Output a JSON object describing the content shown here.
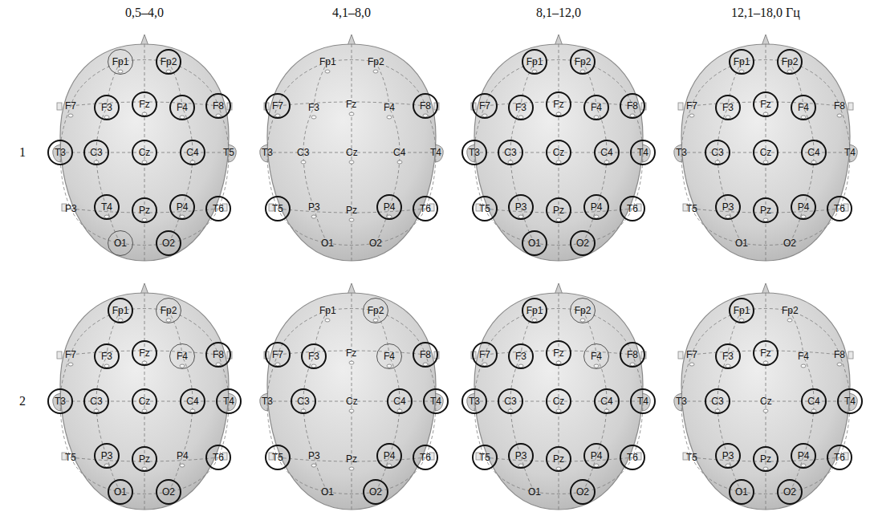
{
  "diagram": {
    "nodes": [
      {
        "text": [
          "Fp1"
        ]
      },
      {
        "text": [
          "Fp2"
        ]
      },
      {
        "text": [
          "F3"
        ]
      },
      {
        "text": [
          "Fz"
        ]
      },
      {
        "text": [
          "F4"
        ]
      },
      {
        "text": [
          "F8"
        ]
      },
      {
        "text": [
          "T3"
        ]
      },
      {
        "text": [
          "C3"
        ]
      },
      {
        "text": [
          "Cz"
        ]
      },
      {
        "text": [
          "C4"
        ]
      },
      {
        "text": [
          "T4"
        ]
      },
      {
        "text": [
          "Pz"
        ]
      },
      {
        "text": [
          "P4"
        ]
      },
      {
        "text": [
          "T6"
        ]
      },
      {
        "text": [
          "O1"
        ]
      },
      {
        "text": [
          "O2"
        ]
      },
      {
        "text": [
          "F7"
        ]
      },
      {
        "text": [
          "F8"
        ]
      },
      {
        "text": [
          "T5"
        ]
      },
      {
        "text": [
          "P4"
        ]
      },
      {
        "text": [
          "T6"
        ]
      },
      {
        "text": [
          "Fp1"
        ]
      },
      {
        "text": [
          "Fp2"
        ]
      },
      {
        "text": [
          "F7"
        ]
      },
      {
        "text": [
          "F3"
        ]
      },
      {
        "text": [
          "Fz"
        ]
      },
      {
        "text": [
          "F4"
        ]
      },
      {
        "text": [
          "F8"
        ]
      },
      {
        "text": [
          "T3"
        ]
      },
      {
        "text": [
          "C3"
        ]
      },
      {
        "text": [
          "Cz"
        ]
      },
      {
        "text": [
          "C4"
        ]
      },
      {
        "text": [
          "T4"
        ]
      },
      {
        "text": [
          "T5"
        ]
      },
      {
        "text": [
          "P3"
        ]
      },
      {
        "text": [
          "Pz"
        ]
      },
      {
        "text": [
          "P4"
        ]
      },
      {
        "text": [
          "T6"
        ]
      },
      {
        "text": [
          "O1"
        ]
      },
      {
        "text": [
          "O2"
        ]
      },
      {
        "text": [
          "Fp1"
        ]
      },
      {
        "text": [
          "Fp2"
        ]
      },
      {
        "text": [
          "F3"
        ]
      },
      {
        "text": [
          "Fz"
        ]
      },
      {
        "text": [
          "F4"
        ]
      },
      {
        "text": [
          "C3"
        ]
      },
      {
        "text": [
          "Cz"
        ]
      },
      {
        "text": [
          "C4"
        ]
      },
      {
        "text": [
          "P3"
        ]
      },
      {
        "text": [
          "Pz"
        ]
      },
      {
        "text": [
          "P4"
        ]
      },
      {
        "text": [
          "T6"
        ]
      },
      {
        "text": [
          "Fp1"
        ]
      },
      {
        "text": [
          "Fp2"
        ]
      },
      {
        "text": [
          "F3"
        ]
      },
      {
        "text": [
          "Fz"
        ]
      },
      {
        "text": [
          "F4"
        ]
      },
      {
        "text": [
          "F8"
        ]
      },
      {
        "text": [
          "T3"
        ]
      },
      {
        "text": [
          "C3"
        ]
      },
      {
        "text": [
          "Cz"
        ]
      },
      {
        "text": [
          "C4"
        ]
      },
      {
        "text": [
          "T4"
        ]
      },
      {
        "text": [
          "P3"
        ]
      },
      {
        "text": [
          "Pz"
        ]
      },
      {
        "text": [
          "T6"
        ]
      },
      {
        "text": [
          "O1"
        ]
      },
      {
        "text": [
          "O2"
        ]
      },
      {
        "text": [
          "Fp2"
        ]
      },
      {
        "text": [
          "F7"
        ]
      },
      {
        "text": [
          "F3"
        ]
      },
      {
        "text": [
          "F4"
        ]
      },
      {
        "text": [
          "F8"
        ]
      },
      {
        "text": [
          "C3"
        ]
      },
      {
        "text": [
          "C4"
        ]
      },
      {
        "text": [
          "T4"
        ]
      },
      {
        "text": [
          "T5"
        ]
      },
      {
        "text": [
          "P4"
        ]
      },
      {
        "text": [
          "T6"
        ]
      },
      {
        "text": [
          "O2"
        ]
      },
      {
        "text": [
          "Fp1"
        ]
      },
      {
        "text": [
          "Fp2"
        ]
      },
      {
        "text": [
          "F7"
        ]
      },
      {
        "text": [
          "F3"
        ]
      },
      {
        "text": [
          "Fz"
        ]
      },
      {
        "text": [
          "F4"
        ]
      },
      {
        "text": [
          "F8"
        ]
      },
      {
        "text": [
          "T3"
        ]
      },
      {
        "text": [
          "C3"
        ]
      },
      {
        "text": [
          "Cz"
        ]
      },
      {
        "text": [
          "C4"
        ]
      },
      {
        "text": [
          "T4"
        ]
      },
      {
        "text": [
          "T5"
        ]
      },
      {
        "text": [
          "P3"
        ]
      },
      {
        "text": [
          "Pz"
        ]
      },
      {
        "text": [
          "P4"
        ]
      },
      {
        "text": [
          "T6"
        ]
      },
      {
        "text": [
          "O2"
        ]
      },
      {
        "text": [
          "Fp1"
        ]
      },
      {
        "text": [
          "F3"
        ]
      },
      {
        "text": [
          "Fz"
        ]
      },
      {
        "text": [
          "C3"
        ]
      },
      {
        "text": [
          "C4"
        ]
      },
      {
        "text": [
          "T4"
        ]
      },
      {
        "text": [
          "P3"
        ]
      },
      {
        "text": [
          "Pz"
        ]
      },
      {
        "text": [
          "P4"
        ]
      },
      {
        "text": [
          "T6"
        ]
      },
      {
        "text": [
          "O1"
        ]
      },
      {
        "text": [
          "O2"
        ]
      }
    ],
    "labels": [
      "0,5–4,0",
      "4,1–8,0",
      "8,1–12,0",
      "12,1–18,0 Гц",
      "1",
      "2",
      "F7",
      "T5",
      "P3",
      "Fp1",
      "Fp2",
      "F3",
      "Fz",
      "F4",
      "T3",
      "C3",
      "Cz",
      "C4",
      "T4",
      "P3",
      "Pz",
      "O1",
      "O2",
      "F7",
      "F8",
      "T3",
      "T4",
      "T5",
      "O1",
      "O2",
      "F7",
      "T5",
      "P4",
      "Fp1",
      "Fz",
      "T3",
      "Cz",
      "P3",
      "Pz",
      "O1",
      "O1",
      "Fp2",
      "F7",
      "F4",
      "F8",
      "T3",
      "Cz",
      "T5"
    ]
  }
}
